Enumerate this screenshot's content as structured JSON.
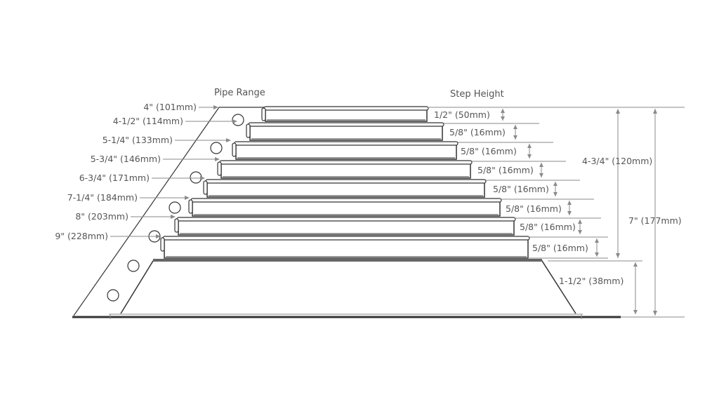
{
  "headers": {
    "pipe_range": "Pipe Range",
    "step_height": "Step Height"
  },
  "pipe_range": [
    "4\" (101mm)",
    "4-1/2\" (114mm)",
    "5-1/4\" (133mm)",
    "5-3/4\" (146mm)",
    "6-3/4\" (171mm)",
    "7-1/4\" (184mm)",
    "8\" (203mm)",
    "9\" (228mm)"
  ],
  "step_heights": [
    "1/2\" (50mm)",
    "5/8\" (16mm)",
    "5/8\" (16mm)",
    "5/8\" (16mm)",
    "5/8\" (16mm)",
    "5/8\" (16mm)",
    "5/8\" (16mm)",
    "5/8\" (16mm)"
  ],
  "overall": {
    "steps_height": "4-3/4\" (120mm)",
    "total_height": "7\" (177mm)",
    "base_height": "1-1/2\" (38mm)"
  },
  "colors": {
    "outline": "#333333",
    "dimension": "#8a8a8a",
    "text": "#555555"
  }
}
